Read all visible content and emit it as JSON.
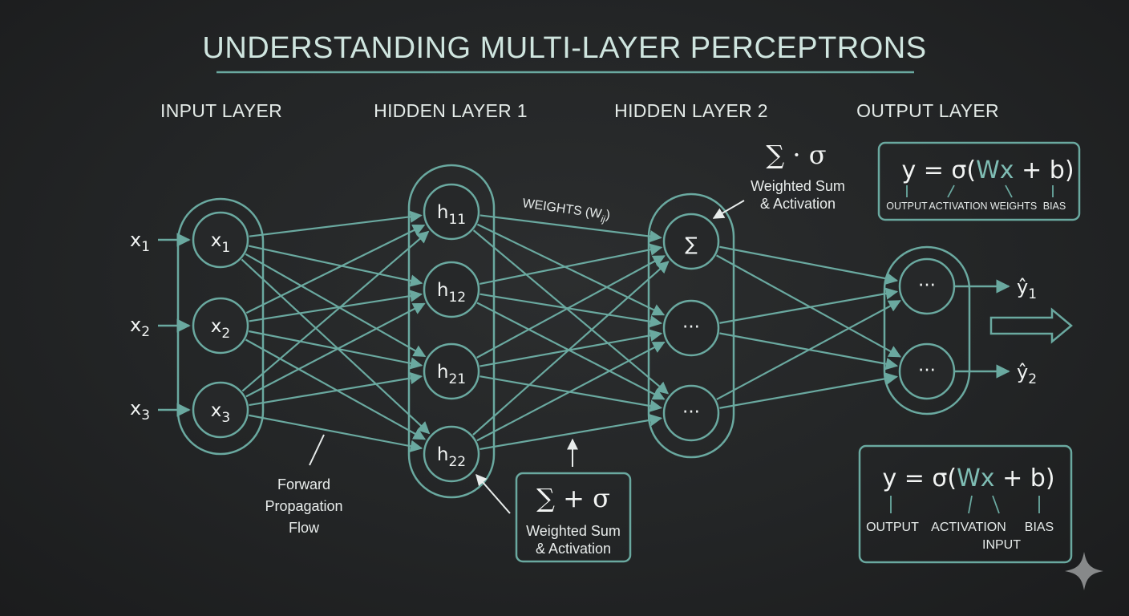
{
  "title": "UNDERSTANDING MULTI-LAYER PERCEPTRONS",
  "colors": {
    "accent": "#6aa9a0",
    "text": "#e6ecea",
    "background": "#232526"
  },
  "layers": [
    {
      "title": "INPUT LAYER",
      "nodes": [
        {
          "base": "x",
          "sub": "1"
        },
        {
          "base": "x",
          "sub": "2"
        },
        {
          "base": "x",
          "sub": "3"
        }
      ]
    },
    {
      "title": "HIDDEN LAYER 1",
      "nodes": [
        {
          "base": "h",
          "sub": "11"
        },
        {
          "base": "h",
          "sub": "12"
        },
        {
          "base": "h",
          "sub": "21"
        },
        {
          "base": "h",
          "sub": "22"
        }
      ]
    },
    {
      "title": "HIDDEN LAYER 2",
      "nodes": [
        {
          "base": "∑",
          "sub": ""
        },
        {
          "base": "···",
          "sub": ""
        },
        {
          "base": "···",
          "sub": ""
        }
      ]
    },
    {
      "title": "OUTPUT LAYER",
      "nodes": [
        {
          "base": "···",
          "sub": ""
        },
        {
          "base": "···",
          "sub": ""
        }
      ]
    }
  ],
  "inputs": [
    {
      "base": "x",
      "sub": "1"
    },
    {
      "base": "x",
      "sub": "2"
    },
    {
      "base": "x",
      "sub": "3"
    }
  ],
  "outputs": [
    {
      "base": "ŷ",
      "sub": "1"
    },
    {
      "base": "ŷ",
      "sub": "2"
    }
  ],
  "weights_label": {
    "text": "WEIGHTS (W",
    "sub": "ij",
    "close": ")"
  },
  "forward_label": [
    "Forward",
    "Propagation",
    "Flow"
  ],
  "hidden1_box": {
    "formula": "∑ + σ",
    "line1": "Weighted Sum",
    "line2": "& Activation"
  },
  "hidden2_note": {
    "formula": "∑ · σ",
    "line1": "Weighted Sum",
    "line2": "& Activation"
  },
  "formula_top": {
    "pre": "y = σ(",
    "accent": "Wx",
    "post": " + b)",
    "labels": [
      "OUTPUT",
      "ACTIVATION",
      "WEIGHTS",
      "BIAS"
    ]
  },
  "formula_bottom": {
    "pre": "y = σ(",
    "accent": "Wx",
    "post": " + b)",
    "labels": [
      "OUTPUT",
      "ACTIVATION",
      "BIAS",
      "INPUT"
    ]
  }
}
